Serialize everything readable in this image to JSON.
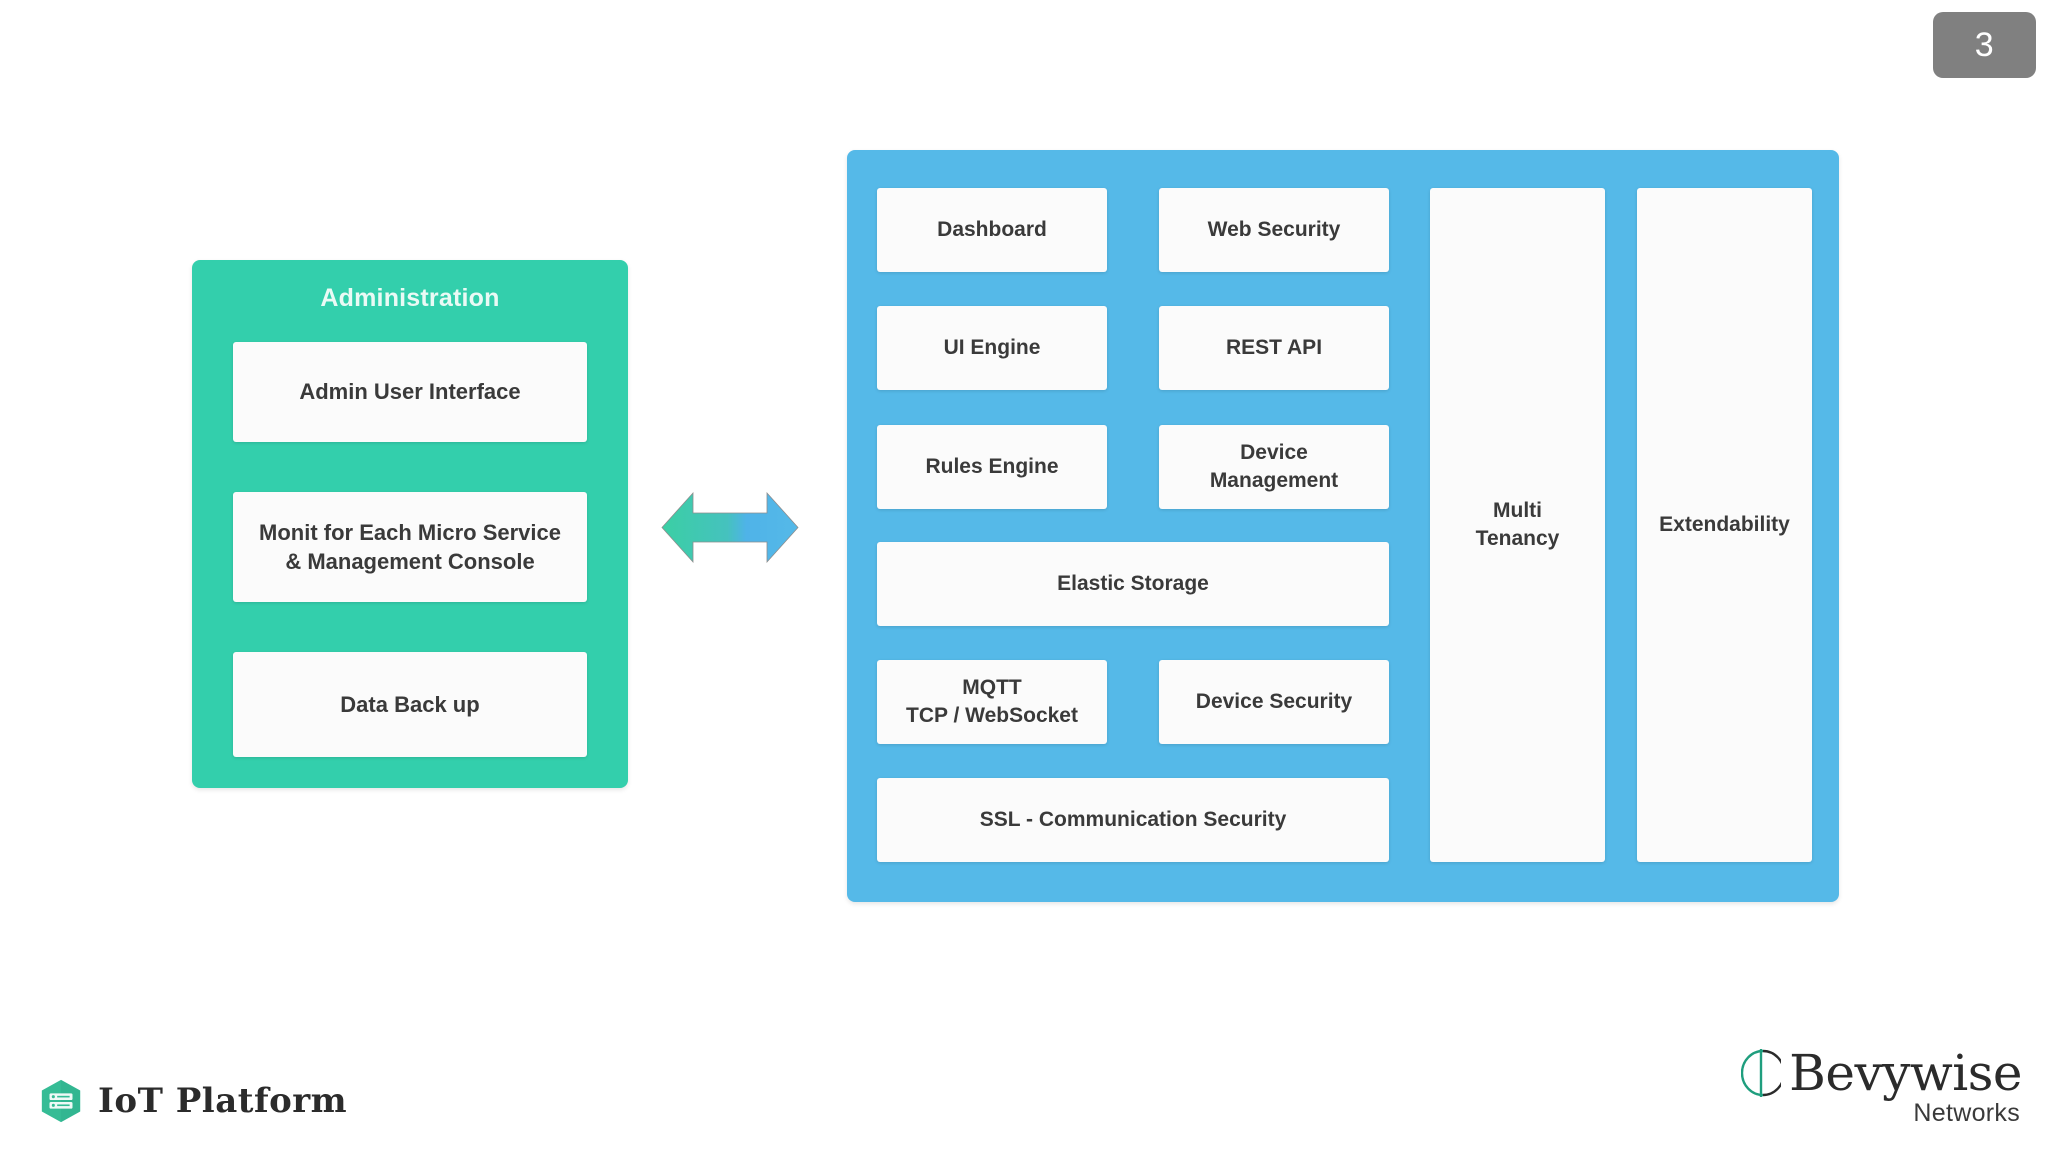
{
  "page": {
    "number": "3",
    "badge_color": "#808080"
  },
  "colors": {
    "admin_panel": "#33CFAC",
    "platform_panel": "#55B9E8",
    "card_bg": "#FBFBFB",
    "card_text": "#3A3A3A",
    "admin_title_text": "#EAFAF5",
    "arrow_gradient_start": "#3BCFA4",
    "arrow_gradient_end": "#4FB3E8",
    "logo_green": "#35BC95",
    "logo_teal": "#1F9E7E"
  },
  "admin": {
    "title": "Administration",
    "cards": [
      {
        "label": "Admin  User Interface"
      },
      {
        "label": "Monit for Each Micro Service\n&  Management Console"
      },
      {
        "label": "Data Back up"
      }
    ]
  },
  "connector": {
    "icon": "double-arrow-horizontal-icon"
  },
  "platform": {
    "cards": [
      {
        "id": "dashboard",
        "label": "Dashboard"
      },
      {
        "id": "ui-engine",
        "label": "UI Engine"
      },
      {
        "id": "rules-engine",
        "label": "Rules Engine"
      },
      {
        "id": "web-security",
        "label": "Web Security"
      },
      {
        "id": "rest-api",
        "label": "REST API"
      },
      {
        "id": "device-mgmt",
        "label": "Device\nManagement"
      },
      {
        "id": "elastic",
        "label": "Elastic Storage"
      },
      {
        "id": "mqtt",
        "label": "MQTT\nTCP / WebSocket"
      },
      {
        "id": "device-sec",
        "label": "Device Security"
      },
      {
        "id": "ssl",
        "label": "SSL - Communication Security"
      },
      {
        "id": "multi-tenancy",
        "label": "Multi\nTenancy"
      },
      {
        "id": "extendability",
        "label": "Extendability"
      }
    ]
  },
  "footer": {
    "product_logo": {
      "icon": "iot-hexagon-server-icon",
      "text": "IoT Platform"
    },
    "company_logo": {
      "icon": "bevywise-circle-icon",
      "name": "Bevywise",
      "subtitle": "Networks"
    }
  }
}
